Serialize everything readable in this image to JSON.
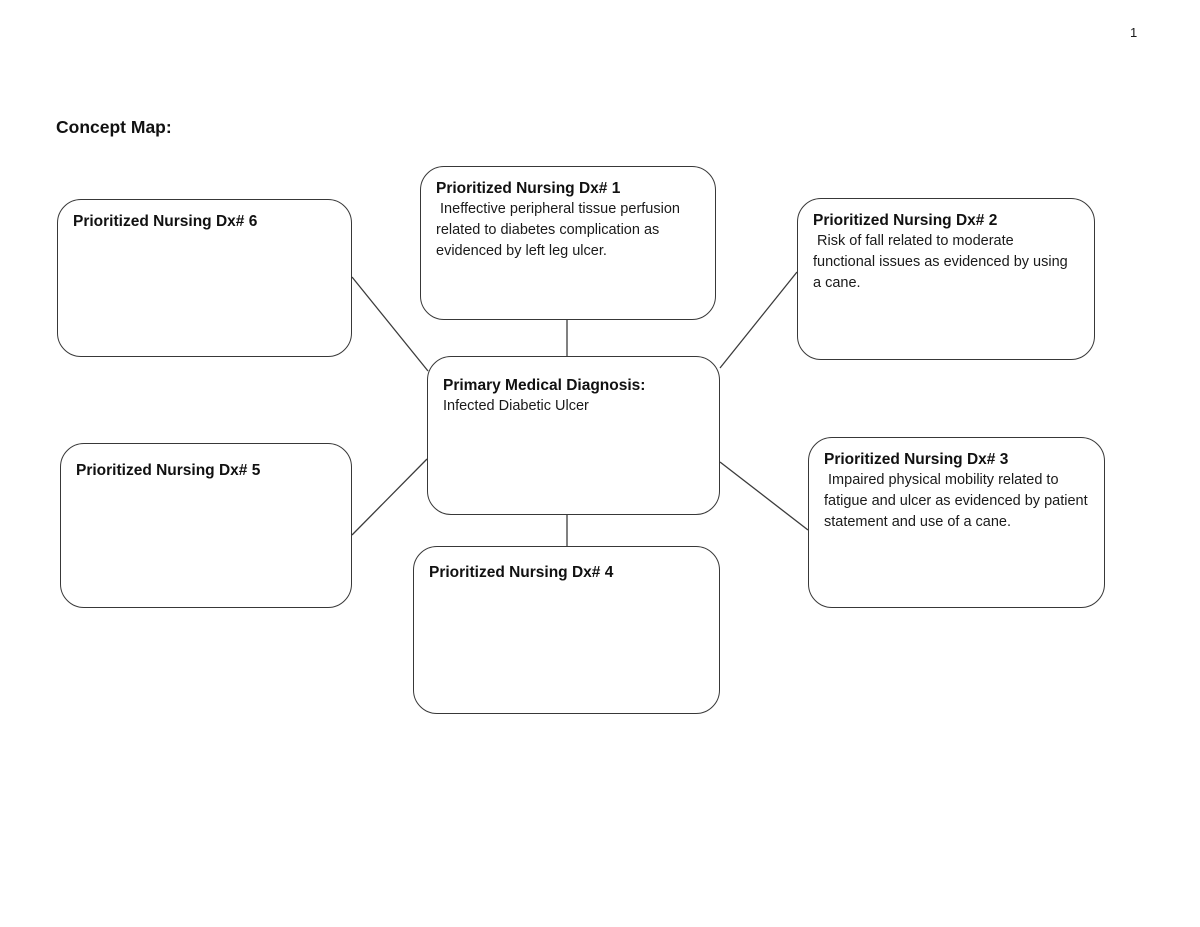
{
  "page": {
    "page_number": "1",
    "heading": "Concept Map:"
  },
  "diagram": {
    "type": "concept-map",
    "colors": {
      "node_border": "#383838",
      "connector": "#3b3b3b",
      "node_fill": "#ffffff",
      "text": "#1a1a1a"
    },
    "nodes": {
      "center": {
        "title": "Primary Medical Diagnosis:",
        "body": "Infected Diabetic Ulcer"
      },
      "dx1": {
        "title": "Prioritized Nursing Dx# 1",
        "body": " Ineffective peripheral tissue perfusion related to diabetes complication as evidenced by left leg ulcer."
      },
      "dx2": {
        "title": "Prioritized Nursing Dx# 2",
        "body": " Risk of fall related to moderate functional issues as evidenced by using a cane."
      },
      "dx3": {
        "title": "Prioritized Nursing Dx# 3",
        "body": " Impaired physical mobility related to fatigue and ulcer as evidenced by patient statement and use of a cane."
      },
      "dx4": {
        "title": "Prioritized Nursing Dx# 4",
        "body": ""
      },
      "dx5": {
        "title": "Prioritized Nursing Dx# 5",
        "body": ""
      },
      "dx6": {
        "title": "Prioritized Nursing Dx# 6",
        "body": ""
      }
    },
    "connections": [
      {
        "from": "dx1",
        "to": "center"
      },
      {
        "from": "dx2",
        "to": "center"
      },
      {
        "from": "dx3",
        "to": "center"
      },
      {
        "from": "dx4",
        "to": "center"
      },
      {
        "from": "dx5",
        "to": "center"
      },
      {
        "from": "dx6",
        "to": "center"
      }
    ]
  }
}
